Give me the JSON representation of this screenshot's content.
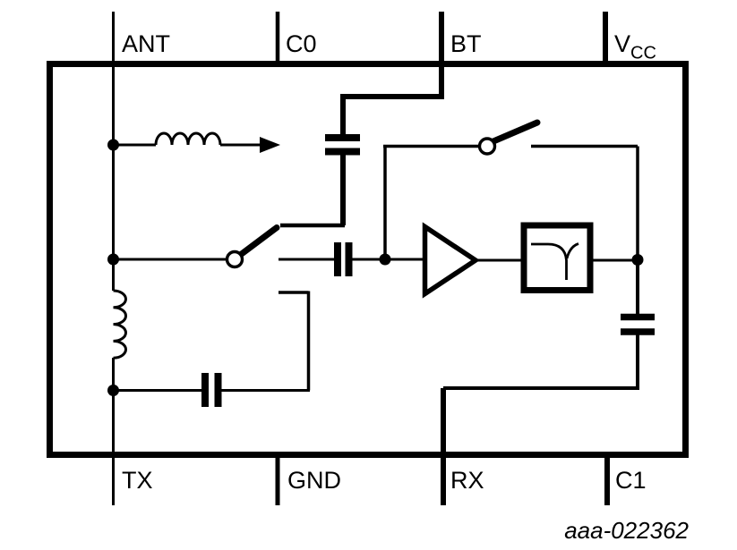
{
  "diagram": {
    "kind": "circuit-schematic",
    "description": "RF antenna switch / receiver front-end block diagram inside a chip outline",
    "figure_code": "aaa-022362",
    "colors": {
      "stroke": "#000000",
      "background": "#ffffff"
    },
    "pins": {
      "top": [
        {
          "id": "ANT",
          "label": "ANT"
        },
        {
          "id": "C0",
          "label": "C0"
        },
        {
          "id": "BT",
          "label": "BT"
        },
        {
          "id": "VCC",
          "label_main": "V",
          "label_sub": "CC"
        }
      ],
      "bottom": [
        {
          "id": "TX",
          "label": "TX"
        },
        {
          "id": "GND",
          "label": "GND"
        },
        {
          "id": "RX",
          "label": "RX"
        },
        {
          "id": "C1",
          "label": "C1"
        }
      ]
    },
    "components": [
      {
        "name": "antenna-coupling-inductor",
        "type": "inductor-with-arrow"
      },
      {
        "name": "bt-branch-capacitor",
        "type": "capacitor"
      },
      {
        "name": "antenna-switch",
        "type": "switch-open"
      },
      {
        "name": "series-input-capacitor",
        "type": "capacitor"
      },
      {
        "name": "tx-shunt-inductor",
        "type": "inductor"
      },
      {
        "name": "tx-series-capacitor",
        "type": "capacitor"
      },
      {
        "name": "bypass-switch",
        "type": "switch-open"
      },
      {
        "name": "amplifier",
        "type": "amplifier-triangle"
      },
      {
        "name": "band-filter",
        "type": "filter-block"
      },
      {
        "name": "output-shunt-capacitor",
        "type": "capacitor"
      }
    ]
  }
}
